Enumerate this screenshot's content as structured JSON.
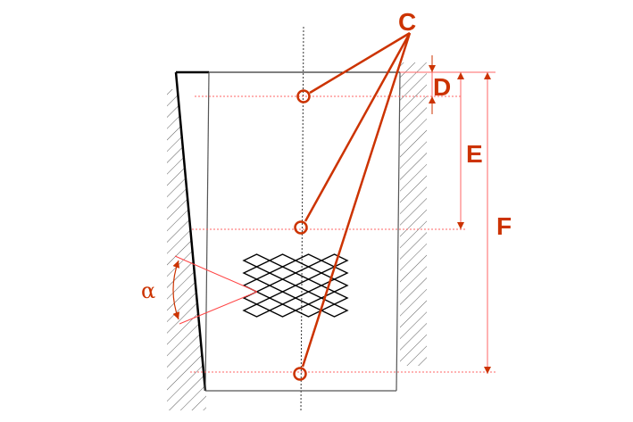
{
  "labels": {
    "c": "C",
    "d": "D",
    "e": "E",
    "f": "F",
    "alpha": "α"
  },
  "colors": {
    "accent": "#cc3300",
    "guide": "#ff6666",
    "line": "#000000"
  }
}
